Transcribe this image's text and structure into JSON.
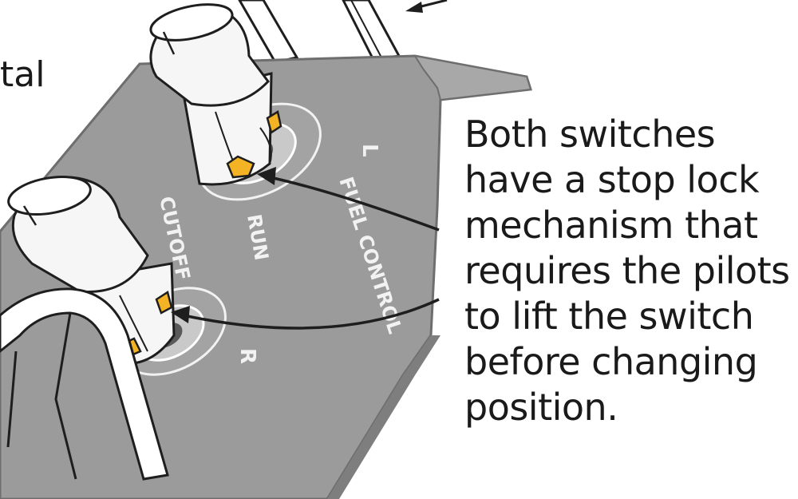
{
  "partial_caption": "tal",
  "panel_labels": {
    "left": "L",
    "fuel_control": "FUEL CONTROL",
    "run": "RUN",
    "cutoff": "CUTOFF",
    "right": "R"
  },
  "caption_lines": [
    "Both switches",
    "have a stop lock",
    "mechanism that",
    "requires the pilots",
    "to lift the switch",
    "before changing",
    "position."
  ],
  "colors": {
    "panel": "#9b9b9b",
    "panel_edge": "#7e7e7e",
    "outline": "#1e1e1e",
    "lock_tab": "#f3b324",
    "knob": "#f6f6f6"
  }
}
